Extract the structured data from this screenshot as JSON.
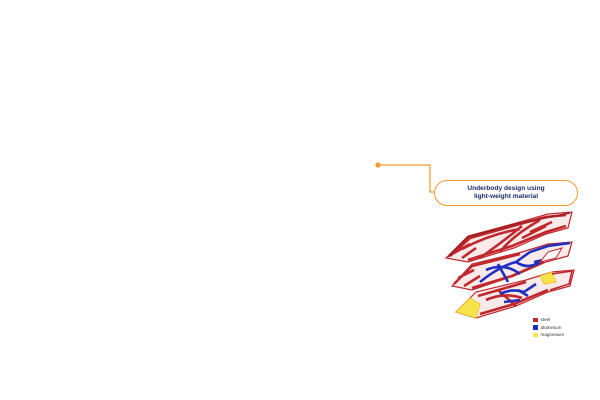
{
  "callout": {
    "line1": "Underbody design using",
    "line2": "light-weight material"
  },
  "colors": {
    "accent": "#f39a2e",
    "title_text": "#1b2a6b",
    "steel": "#c0282d",
    "aluminium": "#1f2fbf",
    "magnesium": "#f7e34a"
  },
  "legend": [
    {
      "label": "steel",
      "color": "#c0282d"
    },
    {
      "label": "aluminium",
      "color": "#1f2fbf"
    },
    {
      "label": "magnesium",
      "color": "#f7e34a"
    }
  ]
}
